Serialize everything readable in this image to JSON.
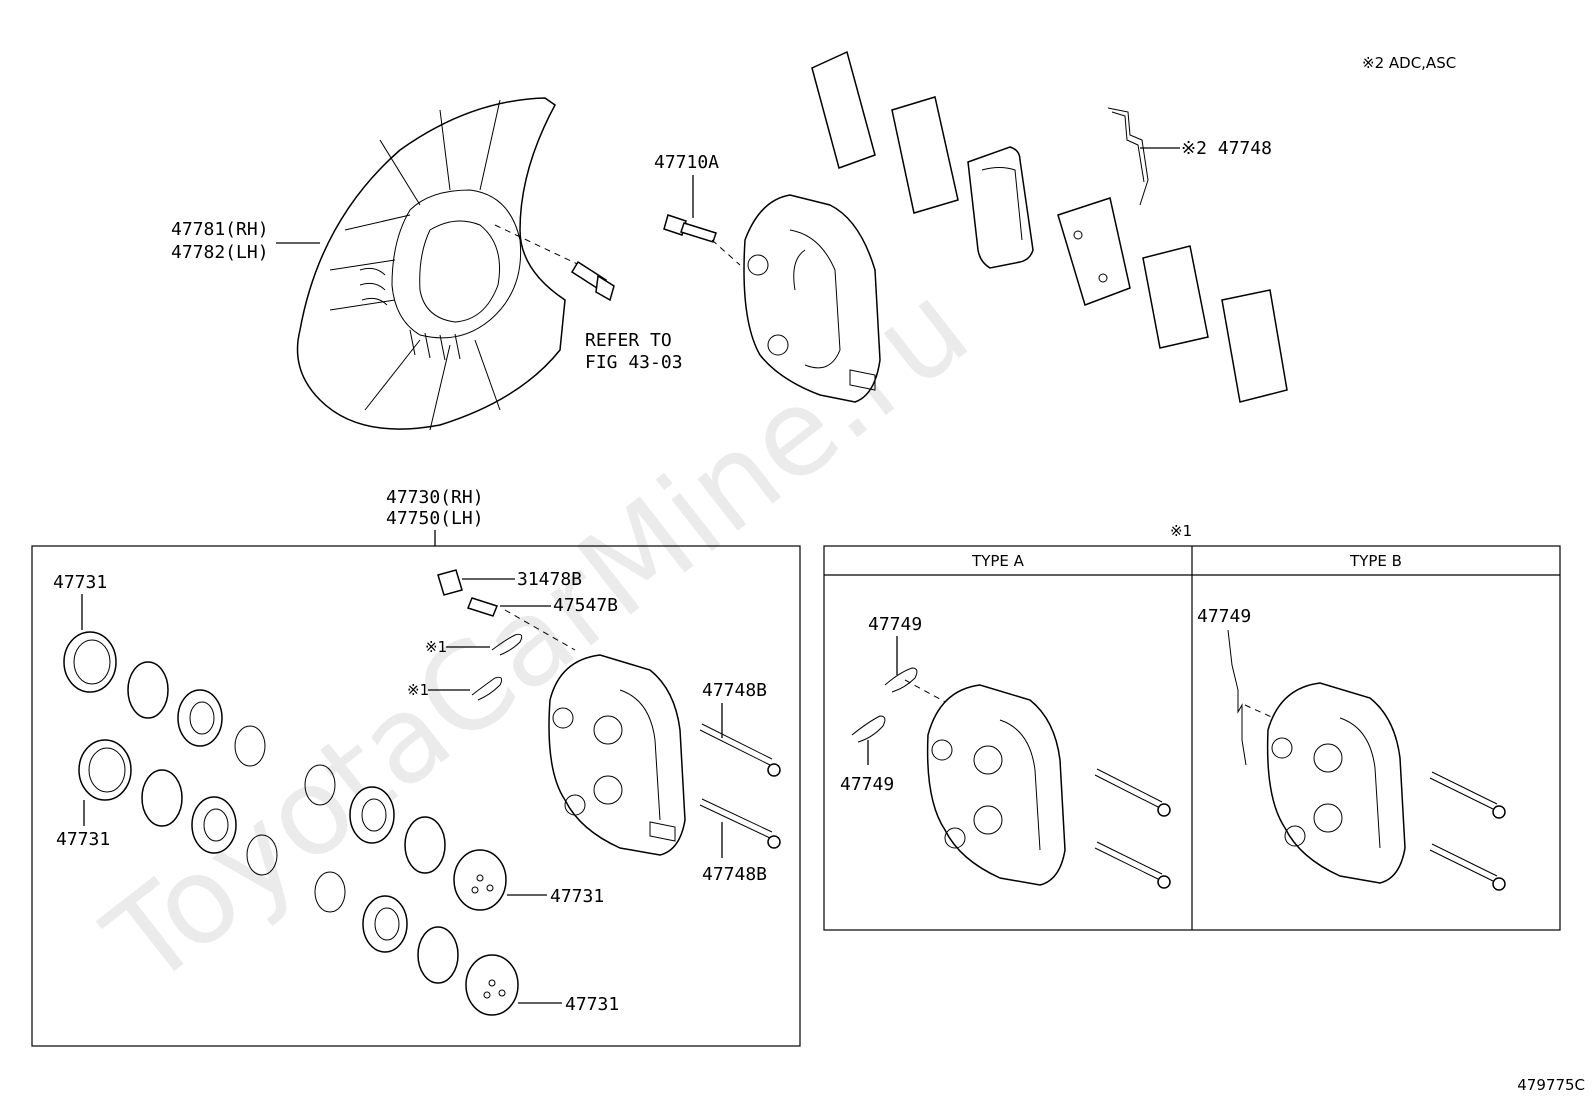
{
  "note_top_right": "※2 ADC,ASC",
  "watermark": "ToyotaCarMine.ru",
  "figure_code": "479775C",
  "labels": {
    "dust_cover_rh": "47781(RH)",
    "dust_cover_lh": "47782(LH)",
    "refer_line1": "REFER TO",
    "refer_line2": "FIG 43-03",
    "bolt": "47710A",
    "anti_squeal_clip": "※2 47748",
    "caliper_rh": "47730(RH)",
    "caliper_lh": "47750(LH)",
    "bleeder_cap": "31478B",
    "bleeder_plug": "47547B",
    "note1_a": "※1",
    "note1_b": "※1",
    "piston_a": "47731",
    "piston_b": "47731",
    "piston_c": "47731",
    "piston_d": "47731",
    "pin_a": "47748B",
    "pin_b": "47748B",
    "type_header_note": "※1",
    "type_a": "TYPE A",
    "type_b": "TYPE B",
    "spring_a1": "47749",
    "spring_a2": "47749",
    "spring_b": "47749"
  }
}
